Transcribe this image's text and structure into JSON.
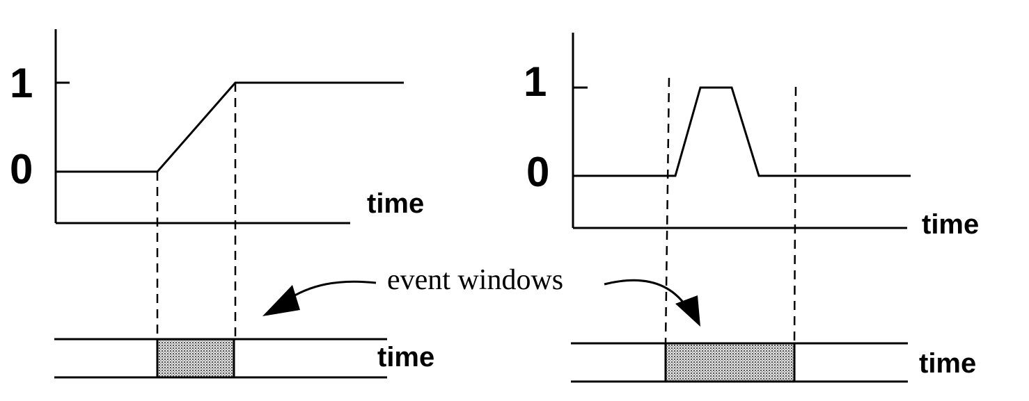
{
  "left_panel": {
    "label_one": "1",
    "label_zero": "0",
    "signal_time_label": "time",
    "window_time_label": "time"
  },
  "right_panel": {
    "label_one": "1",
    "label_zero": "0",
    "signal_time_label": "time",
    "window_time_label": "time"
  },
  "annotation": {
    "text": "event windows"
  },
  "colors": {
    "ink": "#000000",
    "window_fill": "#bdbdbd"
  }
}
